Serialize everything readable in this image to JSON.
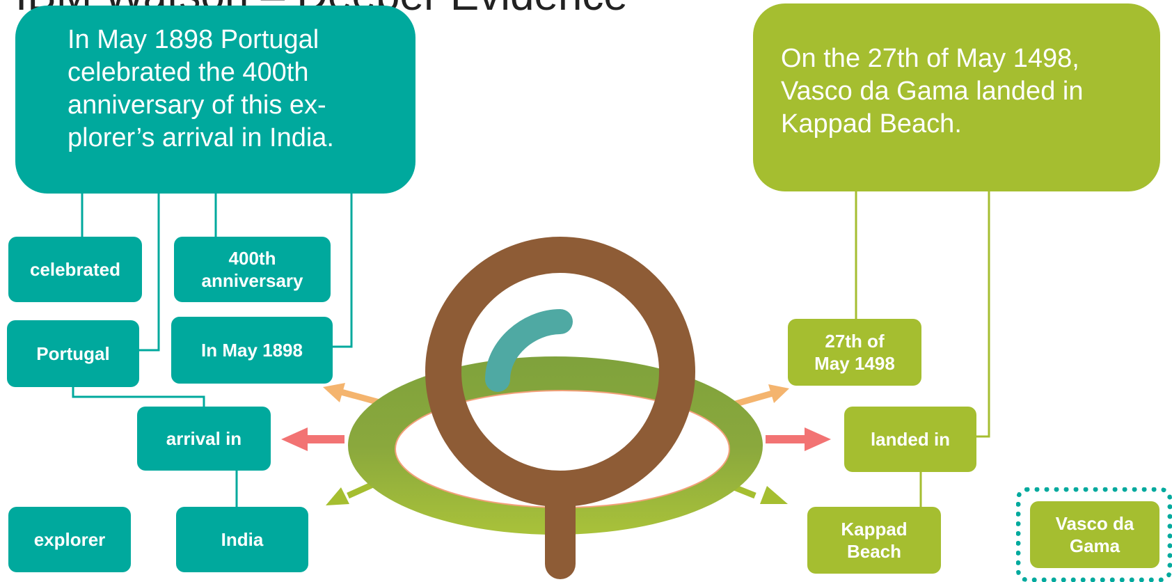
{
  "title": "IBM Watson – Deeper Evidence",
  "question": {
    "lines": [
      "In May 1898 Portugal",
      "celebrated the 400th",
      "anniversary of this ex-",
      "plorer’s arrival in India."
    ]
  },
  "evidence": {
    "lines": [
      "On the 27th of May 1498,",
      "Vasco da Gama landed in",
      "Kappad Beach."
    ]
  },
  "question_terms": {
    "celebrated": "celebrated",
    "anniversary": [
      "400th",
      "anniversary"
    ],
    "portugal": "Portugal",
    "may_1898": "In May 1898",
    "arrival_in": "arrival in",
    "explorer": "explorer",
    "india": "India"
  },
  "evidence_terms": {
    "date": [
      "27th of",
      "May 1498"
    ],
    "landed_in": "landed in",
    "location": [
      "Kappad",
      "Beach"
    ],
    "answer": [
      "Vasco da",
      "Gama"
    ]
  },
  "colors": {
    "question": "#00A99D",
    "evidence": "#A5BE30",
    "magnifier_rim": "#8E5C36",
    "highlight": "#4FA9A3",
    "arrow_red": "#F27373",
    "arrow_orange": "#F4B46E",
    "arrow_green": "#A5BE30"
  },
  "icons": [
    "magnifying-glass-icon",
    "left-arrow-icon",
    "right-arrow-icon"
  ]
}
